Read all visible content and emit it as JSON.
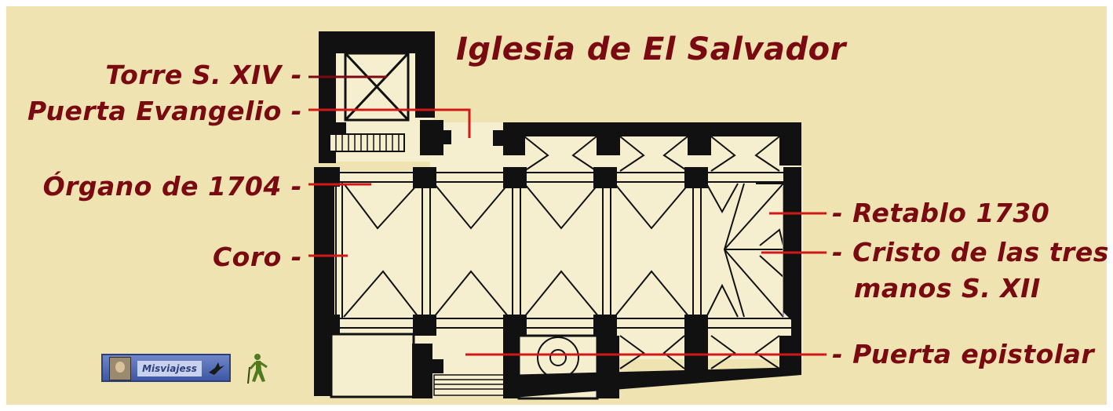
{
  "title": "Iglesia de El Salvador",
  "labels": {
    "torre": "Torre S. XIV -",
    "puerta_evangelio": "Puerta Evangelio -",
    "organo": "Órgano de 1704 -",
    "coro": "Coro -",
    "retablo": "- Retablo 1730",
    "cristo_line1": "- Cristo de las tres",
    "cristo_line2": "manos S. XII",
    "puerta_epistolar": "- Puerta epistolar"
  },
  "logo": {
    "text": "Misviajess",
    "icons": [
      "portrait-icon",
      "bird-icon",
      "hiker-icon"
    ]
  },
  "colors": {
    "background": "#f0e3b2",
    "label": "#7a0a12",
    "leader_line": "#d01818",
    "wall": "#111111",
    "floor": "#f6efcf"
  }
}
